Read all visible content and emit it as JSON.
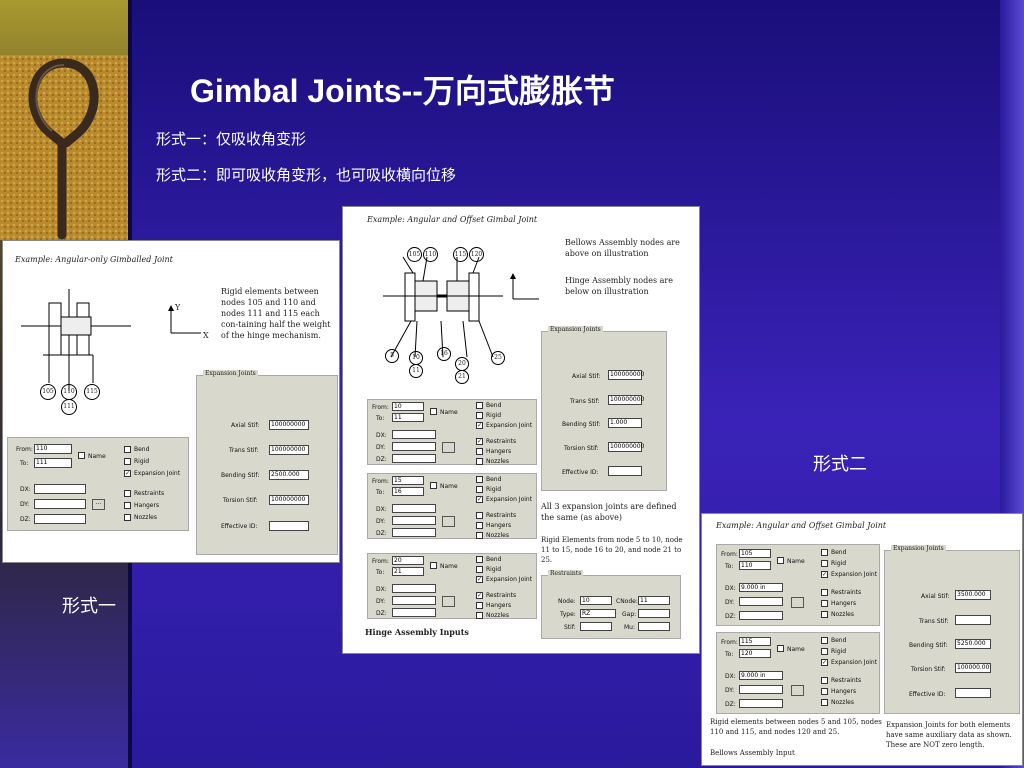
{
  "slide": {
    "title": "Gimbal Joints--万向式膨胀节",
    "line1": "形式一：仅吸收角变形",
    "line2": "形式二：即可吸收角变形，也可吸收横向位移",
    "label_form2": "形式二",
    "label_form1": "形式一"
  },
  "colors": {
    "background": "#2a1a9c",
    "text": "#ffffff",
    "panel": "#ffffff",
    "dialog": "#d8d8cc"
  },
  "icons": [
    "gimbal-hinge-photo-icon",
    "joint-diagram-icon",
    "xy-axis-icon"
  ],
  "fig1": {
    "caption": "Example:  Angular-only Gimballed Joint",
    "note": "Rigid elements between nodes 105 and 110 and nodes 111 and 115 each con-taining half the weight of the hinge mechanism.",
    "nodes": [
      "105",
      "110",
      "115",
      "111"
    ],
    "axis_y": "Y",
    "axis_x": "X",
    "elem": {
      "from_label": "From:",
      "to_label": "To:",
      "from": "110",
      "to": "111",
      "name_label": "Name",
      "dx": "DX:",
      "dy": "DY:",
      "dz": "DZ:",
      "bend": "Bend",
      "rigid": "Rigid",
      "expansion": "Expansion Joint",
      "restraints": "Restraints",
      "hangers": "Hangers",
      "nozzles": "Nozzles",
      "button": "..."
    },
    "exp": {
      "legend": "Expansion Joints",
      "axial_label": "Axial Stif:",
      "axial": "100000000",
      "trans_label": "Trans Stif:",
      "trans": "100000000",
      "bend_label": "Bending Stif:",
      "bend": "2500.000",
      "tors_label": "Torsion Stif:",
      "tors": "100000000",
      "eff_label": "Effective ID:",
      "eff": ""
    }
  },
  "fig2": {
    "caption": "Example:  Angular and Offset Gimbal Joint",
    "note1": "Bellows Assembly nodes are above on illustration",
    "note2": "Hinge Assembly nodes are below on illustration",
    "top_nodes": [
      "105",
      "110",
      "115",
      "120"
    ],
    "bottom_nodes": [
      "5",
      "10",
      "11",
      "16",
      "20",
      "21",
      "25"
    ],
    "elements": [
      {
        "from": "10",
        "to": "11",
        "restraints": true
      },
      {
        "from": "15",
        "to": "16",
        "restraints": false
      },
      {
        "from": "20",
        "to": "21",
        "restraints": true
      }
    ],
    "name_label": "Name",
    "from_label": "From:",
    "to_label": "To:",
    "dx": "DX:",
    "dy": "DY:",
    "dz": "DZ:",
    "bend": "Bend",
    "rigid": "Rigid",
    "expansion": "Expansion Joint",
    "restraints": "Restraints",
    "hangers": "Hangers",
    "nozzles": "Nozzles",
    "exp": {
      "legend": "Expansion Joints",
      "axial_label": "Axial Stif:",
      "axial": "100000000",
      "trans_label": "Trans Stif:",
      "trans": "100000000",
      "bend_label": "Bending Stif:",
      "bend": "1.000",
      "tors_label": "Torsion Stif:",
      "tors": "100000000",
      "eff_label": "Effective ID:",
      "eff": ""
    },
    "note3": "All 3 expansion joints are defined the same (as above)",
    "note4": "Rigid Elements from node 5 to 10, node 11 to 15, node 16 to 20, and node 21 to 25.",
    "rest": {
      "legend": "Restraints",
      "node_label": "Node:",
      "node": "10",
      "cnode_label": "CNode:",
      "cnode": "11",
      "type_label": "Type:",
      "type": "RZ",
      "gap_label": "Gap:",
      "gap": "",
      "stif_label": "Stif:",
      "stif": "",
      "mu_label": "Mu:",
      "mu": ""
    },
    "footer": "Hinge Assembly Inputs"
  },
  "fig3": {
    "caption": "Example:  Angular and Offset Gimbal Joint",
    "from_label": "From:",
    "to_label": "To:",
    "name_label": "Name",
    "dx": "DX:",
    "dy": "DY:",
    "dz": "DZ:",
    "bend": "Bend",
    "rigid": "Rigid",
    "expansion": "Expansion Joint",
    "restraints": "Restraints",
    "hangers": "Hangers",
    "nozzles": "Nozzles",
    "e1": {
      "from": "105",
      "to": "110",
      "dx": "9.000 in"
    },
    "e2": {
      "from": "115",
      "to": "120",
      "dx": "9.000 in"
    },
    "exp": {
      "legend": "Expansion Joints",
      "axial_label": "Axial Stif:",
      "axial": "3500.000",
      "trans_label": "Trans Stif:",
      "trans": "",
      "bend_label": "Bending Stif:",
      "bend": "5250.000",
      "tors_label": "Torsion Stif:",
      "tors": "100000.00",
      "eff_label": "Effective ID:",
      "eff": ""
    },
    "note1": "Rigid elements between nodes 5 and 105, nodes 110 and 115, and nodes 120 and 25.",
    "note2": "Expansion Joints for both elements have same auxiliary data as shown. These are NOT zero length.",
    "footer": "Bellows Assembly Input"
  }
}
